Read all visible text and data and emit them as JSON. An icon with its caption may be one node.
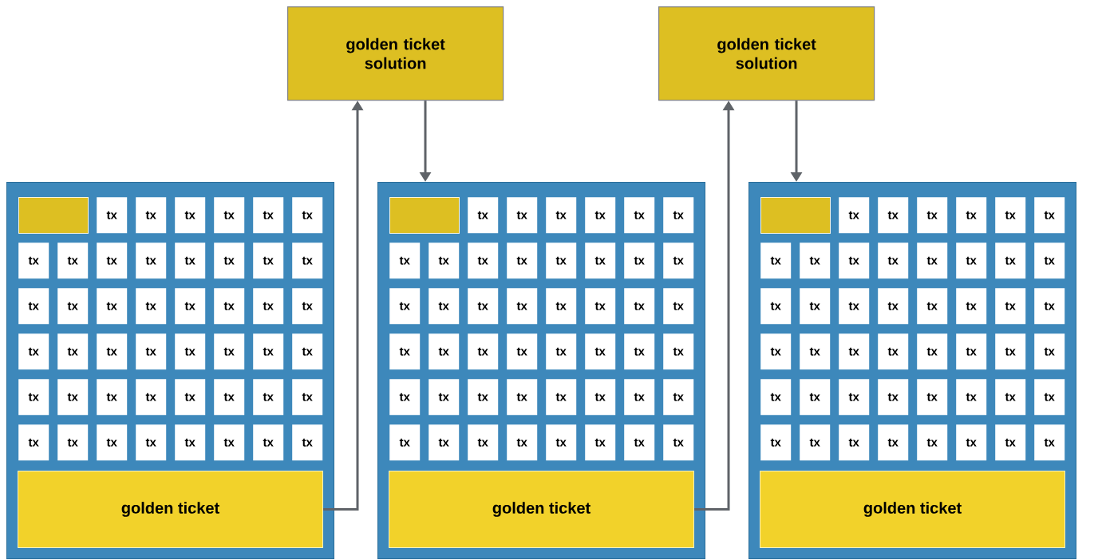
{
  "diagram": {
    "nodes": [
      {
        "text": [
          "golden ticket solution"
        ]
      },
      {
        "text": [
          "golden ticket solution"
        ]
      },
      {
        "text": [],
        "shape": "box"
      },
      {
        "text": [],
        "shape": "box",
        "in": 2
      },
      {
        "text": [
          "tx"
        ],
        "in": 2
      },
      {
        "text": [
          "tx"
        ],
        "in": 2
      },
      {
        "text": [
          "tx"
        ],
        "in": 2
      },
      {
        "text": [
          "tx"
        ],
        "in": 2
      },
      {
        "text": [
          "tx"
        ],
        "in": 2
      },
      {
        "text": [
          "tx"
        ],
        "in": 2
      },
      {
        "text": [
          "tx"
        ],
        "in": 2
      },
      {
        "text": [
          "tx"
        ],
        "in": 2
      },
      {
        "text": [
          "tx"
        ],
        "in": 2
      },
      {
        "text": [
          "tx"
        ],
        "in": 2
      },
      {
        "text": [
          "tx"
        ],
        "in": 2
      },
      {
        "text": [
          "tx"
        ],
        "in": 2
      },
      {
        "text": [
          "tx"
        ],
        "in": 2
      },
      {
        "text": [
          "tx"
        ],
        "in": 2
      },
      {
        "text": [
          "tx"
        ],
        "in": 2
      },
      {
        "text": [
          "tx"
        ],
        "in": 2
      },
      {
        "text": [
          "tx"
        ],
        "in": 2
      },
      {
        "text": [
          "tx"
        ],
        "in": 2
      },
      {
        "text": [
          "tx"
        ],
        "in": 2
      },
      {
        "text": [
          "tx"
        ],
        "in": 2
      },
      {
        "text": [
          "tx"
        ],
        "in": 2
      },
      {
        "text": [
          "tx"
        ],
        "in": 2
      },
      {
        "text": [
          "tx"
        ],
        "in": 2
      },
      {
        "text": [
          "tx"
        ],
        "in": 2
      },
      {
        "text": [
          "tx"
        ],
        "in": 2
      },
      {
        "text": [
          "tx"
        ],
        "in": 2
      },
      {
        "text": [
          "tx"
        ],
        "in": 2
      },
      {
        "text": [
          "tx"
        ],
        "in": 2
      },
      {
        "text": [
          "tx"
        ],
        "in": 2
      },
      {
        "text": [
          "tx"
        ],
        "in": 2
      },
      {
        "text": [
          "tx"
        ],
        "in": 2
      },
      {
        "text": [
          "tx"
        ],
        "in": 2
      },
      {
        "text": [
          "tx"
        ],
        "in": 2
      },
      {
        "text": [
          "tx"
        ],
        "in": 2
      },
      {
        "text": [
          "tx"
        ],
        "in": 2
      },
      {
        "text": [
          "tx"
        ],
        "in": 2
      },
      {
        "text": [
          "tx"
        ],
        "in": 2
      },
      {
        "text": [
          "tx"
        ],
        "in": 2
      },
      {
        "text": [
          "tx"
        ],
        "in": 2
      },
      {
        "text": [
          "tx"
        ],
        "in": 2
      },
      {
        "text": [
          "tx"
        ],
        "in": 2
      },
      {
        "text": [
          "tx"
        ],
        "in": 2
      },
      {
        "text": [
          "tx"
        ],
        "in": 2
      },
      {
        "text": [
          "tx"
        ],
        "in": 2
      },
      {
        "text": [
          "tx"
        ],
        "in": 2
      },
      {
        "text": [
          "tx"
        ],
        "in": 2
      },
      {
        "text": [
          "golden ticket"
        ],
        "in": 2
      },
      {
        "text": [],
        "shape": "box"
      },
      {
        "text": [],
        "shape": "box",
        "in": 51
      },
      {
        "text": [
          "tx"
        ],
        "in": 51
      },
      {
        "text": [
          "tx"
        ],
        "in": 51
      },
      {
        "text": [
          "tx"
        ],
        "in": 51
      },
      {
        "text": [
          "tx"
        ],
        "in": 51
      },
      {
        "text": [
          "tx"
        ],
        "in": 51
      },
      {
        "text": [
          "tx"
        ],
        "in": 51
      },
      {
        "text": [
          "tx"
        ],
        "in": 51
      },
      {
        "text": [
          "tx"
        ],
        "in": 51
      },
      {
        "text": [
          "tx"
        ],
        "in": 51
      },
      {
        "text": [
          "tx"
        ],
        "in": 51
      },
      {
        "text": [
          "tx"
        ],
        "in": 51
      },
      {
        "text": [
          "tx"
        ],
        "in": 51
      },
      {
        "text": [
          "tx"
        ],
        "in": 51
      },
      {
        "text": [
          "tx"
        ],
        "in": 51
      },
      {
        "text": [
          "tx"
        ],
        "in": 51
      },
      {
        "text": [
          "tx"
        ],
        "in": 51
      },
      {
        "text": [
          "tx"
        ],
        "in": 51
      },
      {
        "text": [
          "tx"
        ],
        "in": 51
      },
      {
        "text": [
          "tx"
        ],
        "in": 51
      },
      {
        "text": [
          "tx"
        ],
        "in": 51
      },
      {
        "text": [
          "tx"
        ],
        "in": 51
      },
      {
        "text": [
          "tx"
        ],
        "in": 51
      },
      {
        "text": [
          "tx"
        ],
        "in": 51
      },
      {
        "text": [
          "tx"
        ],
        "in": 51
      },
      {
        "text": [
          "tx"
        ],
        "in": 51
      },
      {
        "text": [
          "tx"
        ],
        "in": 51
      },
      {
        "text": [
          "tx"
        ],
        "in": 51
      },
      {
        "text": [
          "tx"
        ],
        "in": 51
      },
      {
        "text": [
          "tx"
        ],
        "in": 51
      },
      {
        "text": [
          "tx"
        ],
        "in": 51
      },
      {
        "text": [
          "tx"
        ],
        "in": 51
      },
      {
        "text": [
          "tx"
        ],
        "in": 51
      },
      {
        "text": [
          "tx"
        ],
        "in": 51
      },
      {
        "text": [
          "tx"
        ],
        "in": 51
      },
      {
        "text": [
          "tx"
        ],
        "in": 51
      },
      {
        "text": [
          "tx"
        ],
        "in": 51
      },
      {
        "text": [
          "tx"
        ],
        "in": 51
      },
      {
        "text": [
          "tx"
        ],
        "in": 51
      },
      {
        "text": [
          "tx"
        ],
        "in": 51
      },
      {
        "text": [
          "tx"
        ],
        "in": 51
      },
      {
        "text": [
          "tx"
        ],
        "in": 51
      },
      {
        "text": [
          "tx"
        ],
        "in": 51
      },
      {
        "text": [
          "tx"
        ],
        "in": 51
      },
      {
        "text": [
          "tx"
        ],
        "in": 51
      },
      {
        "text": [
          "tx"
        ],
        "in": 51
      },
      {
        "text": [
          "tx"
        ],
        "in": 51
      },
      {
        "text": [
          "golden ticket"
        ],
        "in": 51
      },
      {
        "text": [],
        "shape": "box"
      },
      {
        "text": [],
        "shape": "box",
        "in": 100
      },
      {
        "text": [
          "tx"
        ],
        "in": 100
      },
      {
        "text": [
          "tx"
        ],
        "in": 100
      },
      {
        "text": [
          "tx"
        ],
        "in": 100
      },
      {
        "text": [
          "tx"
        ],
        "in": 100
      },
      {
        "text": [
          "tx"
        ],
        "in": 100
      },
      {
        "text": [
          "tx"
        ],
        "in": 100
      },
      {
        "text": [
          "tx"
        ],
        "in": 100
      },
      {
        "text": [
          "tx"
        ],
        "in": 100
      },
      {
        "text": [
          "tx"
        ],
        "in": 100
      },
      {
        "text": [
          "tx"
        ],
        "in": 100
      },
      {
        "text": [
          "tx"
        ],
        "in": 100
      },
      {
        "text": [
          "tx"
        ],
        "in": 100
      },
      {
        "text": [
          "tx"
        ],
        "in": 100
      },
      {
        "text": [
          "tx"
        ],
        "in": 100
      },
      {
        "text": [
          "tx"
        ],
        "in": 100
      },
      {
        "text": [
          "tx"
        ],
        "in": 100
      },
      {
        "text": [
          "tx"
        ],
        "in": 100
      },
      {
        "text": [
          "tx"
        ],
        "in": 100
      },
      {
        "text": [
          "tx"
        ],
        "in": 100
      },
      {
        "text": [
          "tx"
        ],
        "in": 100
      },
      {
        "text": [
          "tx"
        ],
        "in": 100
      },
      {
        "text": [
          "tx"
        ],
        "in": 100
      },
      {
        "text": [
          "tx"
        ],
        "in": 100
      },
      {
        "text": [
          "tx"
        ],
        "in": 100
      },
      {
        "text": [
          "tx"
        ],
        "in": 100
      },
      {
        "text": [
          "tx"
        ],
        "in": 100
      },
      {
        "text": [
          "tx"
        ],
        "in": 100
      },
      {
        "text": [
          "tx"
        ],
        "in": 100
      },
      {
        "text": [
          "tx"
        ],
        "in": 100
      },
      {
        "text": [
          "tx"
        ],
        "in": 100
      },
      {
        "text": [
          "tx"
        ],
        "in": 100
      },
      {
        "text": [
          "tx"
        ],
        "in": 100
      },
      {
        "text": [
          "tx"
        ],
        "in": 100
      },
      {
        "text": [
          "tx"
        ],
        "in": 100
      },
      {
        "text": [
          "tx"
        ],
        "in": 100
      },
      {
        "text": [
          "tx"
        ],
        "in": 100
      },
      {
        "text": [
          "tx"
        ],
        "in": 100
      },
      {
        "text": [
          "tx"
        ],
        "in": 100
      },
      {
        "text": [
          "tx"
        ],
        "in": 100
      },
      {
        "text": [
          "tx"
        ],
        "in": 100
      },
      {
        "text": [
          "tx"
        ],
        "in": 100
      },
      {
        "text": [
          "tx"
        ],
        "in": 100
      },
      {
        "text": [
          "tx"
        ],
        "in": 100
      },
      {
        "text": [
          "tx"
        ],
        "in": 100
      },
      {
        "text": [
          "tx"
        ],
        "in": 100
      },
      {
        "text": [
          "tx"
        ],
        "in": 100
      },
      {
        "text": [
          "golden ticket"
        ],
        "in": 100
      }
    ],
    "edges": [
      {
        "from": 50,
        "to": 0,
        "arrow": "to"
      },
      {
        "from": 0,
        "to": 51,
        "arrow": "to"
      },
      {
        "from": 99,
        "to": 1,
        "arrow": "to"
      },
      {
        "from": 1,
        "to": 100,
        "arrow": "to"
      }
    ]
  }
}
